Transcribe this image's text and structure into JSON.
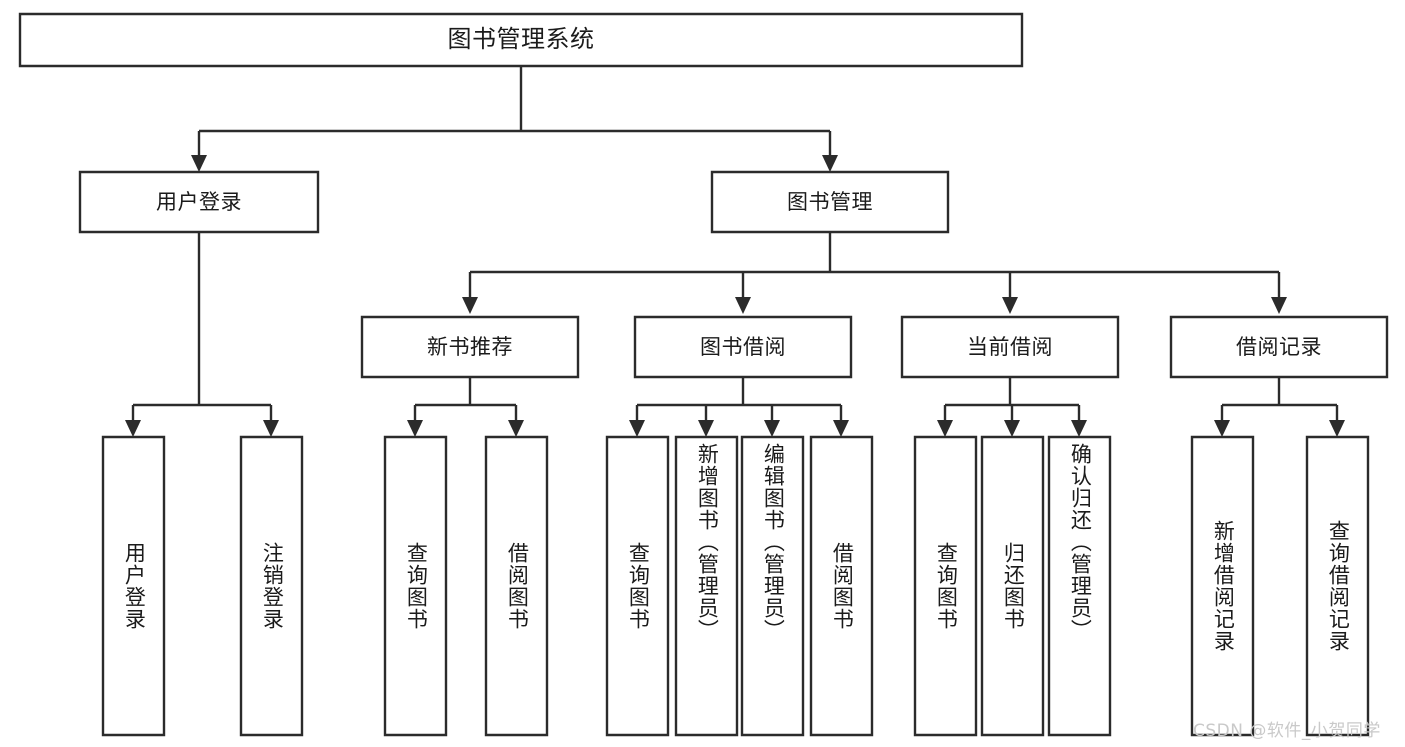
{
  "diagram": {
    "type": "tree",
    "title": "图书管理系统",
    "orientation": "top-down",
    "colors": {
      "stroke": "#2b2b2b",
      "fill": "#ffffff",
      "text": "#1b1b1b",
      "watermark": "#c9c9c9",
      "background": "#ffffff"
    },
    "root": {
      "label": "图书管理系统"
    },
    "level2": [
      {
        "label": "用户登录"
      },
      {
        "label": "图书管理"
      }
    ],
    "level3": [
      {
        "label": "新书推荐"
      },
      {
        "label": "图书借阅"
      },
      {
        "label": "当前借阅"
      },
      {
        "label": "借阅记录"
      }
    ],
    "leaves": {
      "user_login": [
        {
          "label": "用户登录"
        },
        {
          "label": "注销登录"
        }
      ],
      "new_book_recommend": [
        {
          "label": "查询图书"
        },
        {
          "label": "借阅图书"
        }
      ],
      "book_borrow": [
        {
          "label": "查询图书"
        },
        {
          "label": "新增图书（管理员）"
        },
        {
          "label": "编辑图书（管理员）"
        },
        {
          "label": "借阅图书"
        }
      ],
      "current_borrow": [
        {
          "label": "查询图书"
        },
        {
          "label": "归还图书"
        },
        {
          "label": "确认归还（管理员）"
        }
      ],
      "borrow_record": [
        {
          "label": "新增借阅记录"
        },
        {
          "label": "查询借阅记录"
        }
      ]
    },
    "watermark": "CSDN @软件_小贺同学"
  }
}
